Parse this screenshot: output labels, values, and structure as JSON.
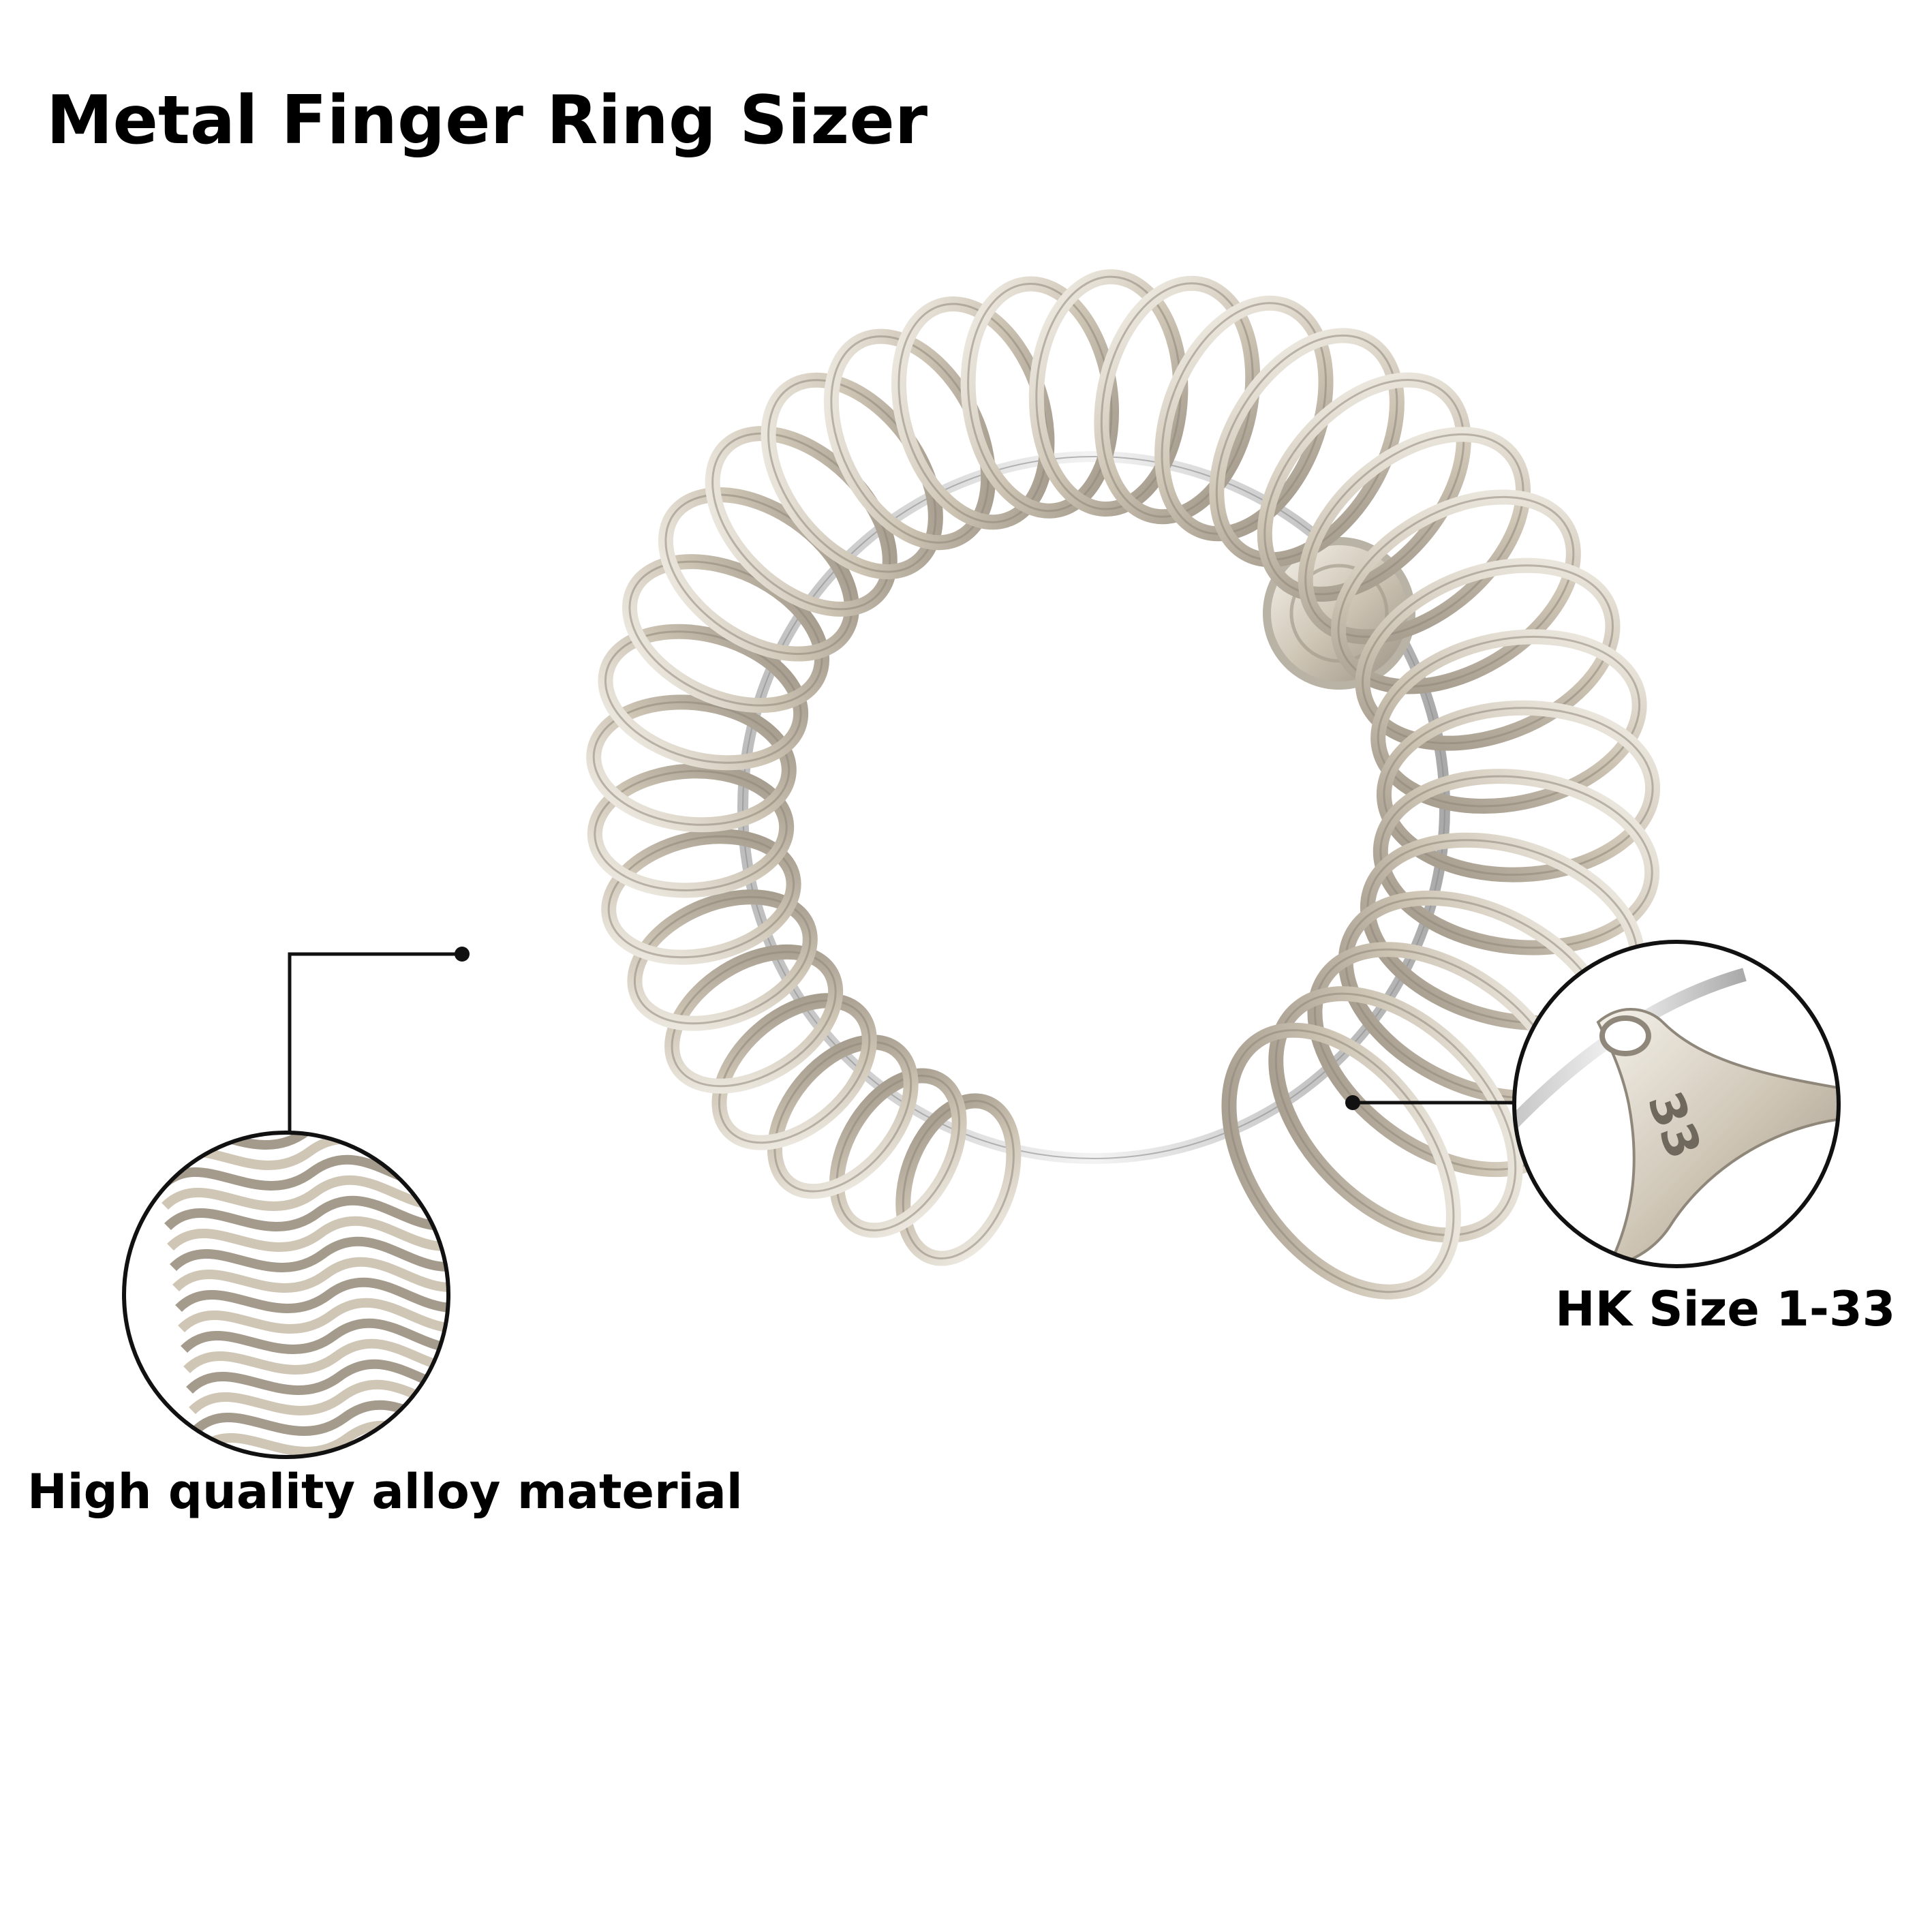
{
  "title": "Metal Finger Ring Sizer",
  "callouts": {
    "left_caption": "High quality alloy material",
    "right_caption": "HK Size 1-33",
    "tag_number": "33"
  },
  "colors": {
    "background": "#ffffff",
    "text": "#000000",
    "metal_light": "#ece8e0",
    "metal_mid": "#cfc6b6",
    "metal_dark": "#8f877a",
    "leader_line": "#111111"
  }
}
